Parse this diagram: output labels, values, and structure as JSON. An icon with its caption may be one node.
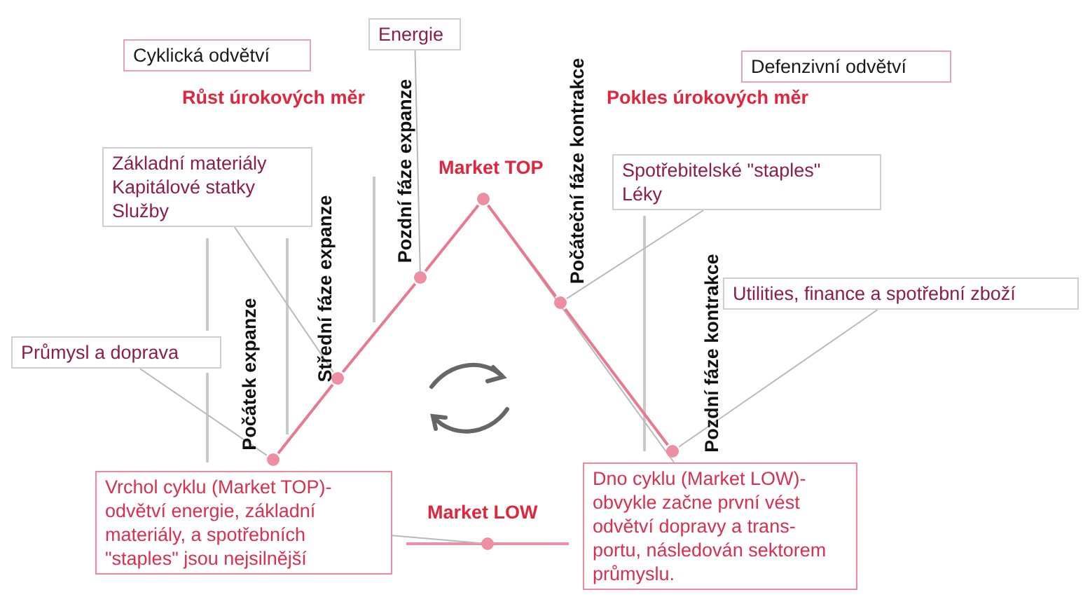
{
  "diagram": {
    "nodes": [
      {
        "text": [
          "Energie"
        ]
      },
      {
        "text": [
          "Cyklická odvětví"
        ]
      },
      {
        "text": [
          "Defenzivní odvětví"
        ]
      },
      {
        "text": [
          "Základní materiály",
          "Kapitálové statky",
          "Služby"
        ]
      },
      {
        "text": [
          "Spotřebitelské \"staples\"",
          "Léky"
        ]
      },
      {
        "text": [
          "Utilities, finance a spotřební zboží"
        ]
      },
      {
        "text": [
          "Průmysl a doprava"
        ]
      },
      {
        "text": [
          "Vrchol cyklu (Market TOP)- odvětví energie, základní materiály, a spotřebních \"staples\" jsou nejsilnější"
        ]
      },
      {
        "text": [
          "Dno cyklu (Market LOW)- obvykle začne první vést odvětví dopravy a trans- portu, následován sektorem průmyslu."
        ]
      },
      {
        "text": [],
        "shape": "circle"
      },
      {
        "text": [],
        "shape": "circle"
      },
      {
        "text": [],
        "shape": "circle"
      },
      {
        "text": [],
        "shape": "circle"
      },
      {
        "text": [],
        "shape": "circle"
      },
      {
        "text": [],
        "shape": "circle"
      },
      {
        "text": [],
        "shape": "circle"
      }
    ],
    "edges": [
      {
        "from": 0,
        "to": 11,
        "arrow": "none"
      },
      {
        "from": 3,
        "to": 10,
        "arrow": "none"
      },
      {
        "from": 6,
        "to": 9,
        "arrow": "none"
      },
      {
        "from": 7,
        "to": 13,
        "arrow": "none"
      },
      {
        "from": 4,
        "to": 14,
        "arrow": "none"
      },
      {
        "from": 5,
        "to": 15,
        "arrow": "none"
      },
      {
        "from": 12,
        "to": 8,
        "arrow": "none"
      },
      {
        "from": 9,
        "to": 10,
        "arrow": "none",
        "color": "#e8798f"
      },
      {
        "from": 10,
        "to": 11,
        "arrow": "none",
        "color": "#e8798f"
      },
      {
        "from": 11,
        "to": 12,
        "arrow": "none",
        "color": "#e8798f"
      },
      {
        "from": 12,
        "to": 14,
        "arrow": "none",
        "color": "#e8798f"
      },
      {
        "from": 14,
        "to": 15,
        "arrow": "none",
        "color": "#e8798f"
      }
    ],
    "labels": [
      "Růst úrokových měr",
      "Pokles úrokových měr",
      "Pozdní fáze expanze",
      "Počáteční fáze kontrakce",
      "Market TOP",
      "Střední fáze expanze",
      "Počátek expanze",
      "Pozdní fáze kontrakce",
      "Market LOW"
    ]
  }
}
